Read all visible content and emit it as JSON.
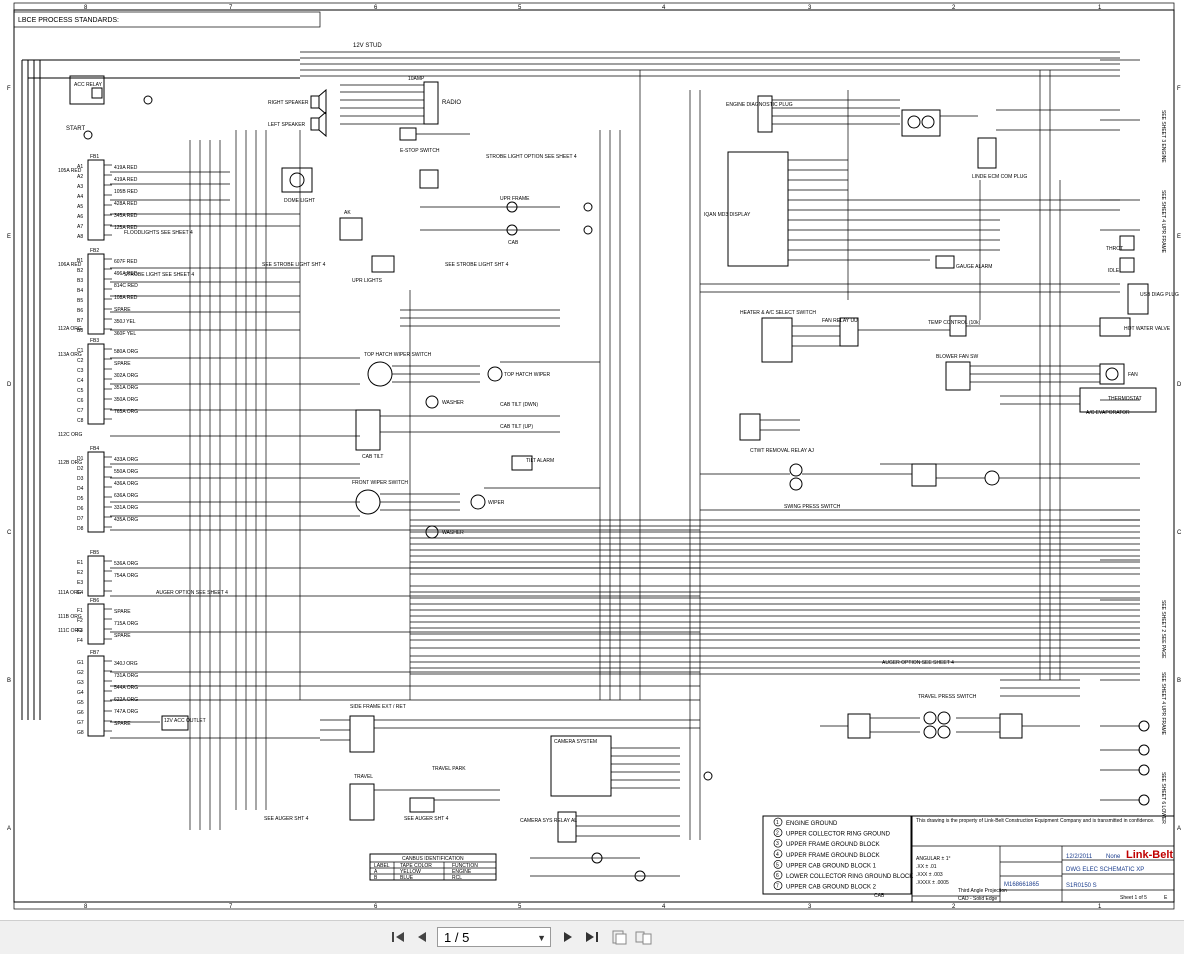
{
  "sheet": {
    "header_note": "LBCE PROCESS STANDARDS:",
    "col_numbers": [
      "8",
      "7",
      "6",
      "5",
      "4",
      "3",
      "2",
      "1"
    ],
    "row_letters": [
      "F",
      "E",
      "D",
      "C",
      "B",
      "A"
    ],
    "fuse_blocks": [
      {
        "label": "FB1",
        "pins": [
          "A1",
          "A2",
          "A3",
          "A4",
          "A5",
          "A6",
          "A7",
          "A8"
        ],
        "wires": [
          "419A RED",
          "419A RED",
          "105B RED",
          "428A RED",
          "345A RED",
          "125A RED"
        ]
      },
      {
        "label": "FB2",
        "pins": [
          "B1",
          "B2",
          "B3",
          "B4",
          "B5",
          "B6",
          "B7",
          "B8"
        ],
        "wires": [
          "607F RED",
          "496A RED",
          "814C RED",
          "108A RED",
          "SPARE",
          "350J YEL",
          "360F YEL"
        ]
      },
      {
        "label": "FB3",
        "pins": [
          "C1",
          "C2",
          "C3",
          "C4",
          "C5",
          "C6",
          "C7",
          "C8"
        ],
        "wires": [
          "580A ORG",
          "SPARE",
          "302A ORG",
          "351A ORG",
          "350A ORG",
          "765A ORG"
        ]
      },
      {
        "label": "FB4",
        "pins": [
          "D1",
          "D2",
          "D3",
          "D4",
          "D5",
          "D6",
          "D7",
          "D8"
        ],
        "wires": [
          "433A ORG",
          "550A ORG",
          "436A ORG",
          "636A ORG",
          "331A ORG",
          "435A ORG"
        ]
      },
      {
        "label": "FB5",
        "pins": [
          "E1",
          "E2",
          "E3",
          "E4"
        ],
        "wires": [
          "536A ORG",
          "754A ORG"
        ]
      },
      {
        "label": "FB6",
        "pins": [
          "F1",
          "F2",
          "F3",
          "F4"
        ],
        "wires": [
          "SPARE",
          "715A ORG",
          "SPARE"
        ]
      },
      {
        "label": "FB7",
        "pins": [
          "G1",
          "G2",
          "G3",
          "G4",
          "G5",
          "G6",
          "G7",
          "G8"
        ],
        "wires": [
          "340J ORG",
          "731A ORG",
          "544A ORG",
          "622A ORG",
          "747A ORG",
          "SPARE"
        ]
      }
    ],
    "left_feeds": [
      "105A RED",
      "106A RED",
      "112A ORG",
      "113A ORG",
      "112C ORG",
      "112B ORG",
      "111A ORG",
      "111B ORG",
      "111C ORG"
    ],
    "components": {
      "acc_relay": "ACC RELAY",
      "start": "START",
      "stud": "12V STUD",
      "radio": "RADIO",
      "amp": "10AMP",
      "right_speaker": "RIGHT SPEAKER",
      "left_speaker": "LEFT SPEAKER",
      "estop": "E-STOP SWITCH",
      "dome": "DOME LIGHT",
      "strobe_opt": "STROBE LIGHT OPTION SEE SHEET 4",
      "floodlights": "FLOODLIGHTS SEE SHEET 4",
      "strobe_light": "STROBE LIGHT SEE SHEET 4",
      "uprframe": "UPR FRAME",
      "cab": "CAB",
      "uprlights": "UPR LIGHTS",
      "ak": "AK",
      "strobe_sht4": "SEE STROBE LIGHT SHT 4",
      "top_hatch_sw": "TOP HATCH WIPER SWITCH",
      "top_hatch_wiper": "TOP HATCH WIPER",
      "washer": "WASHER",
      "cab_tilt_dwn": "CAB TILT (DWN)",
      "cab_tilt_up": "CAB TILT (UP)",
      "cab_tilt": "CAB TILT",
      "tilt_alarm": "TILT ALARM",
      "front_wiper_sw": "FRONT WIPER SWITCH",
      "wiper": "WIPER",
      "auger_opt": "AUGER OPTION SEE SHEET 4",
      "acc_outlet": "12V ACC OUTLET",
      "side_frame": "SIDE FRAME EXT / RET",
      "travel": "TRAVEL",
      "travel_park": "TRAVEL PARK",
      "see_auger1": "SEE AUGER SHT 4",
      "see_auger2": "SEE AUGER SHT 4",
      "camera_system": "CAMERA SYSTEM",
      "camera_relay": "CAMERA SYS RELAY AL",
      "diag_plug": "ENGINE DIAGNOSTIC PLUG",
      "display": "IQAN MD3 DISPLAY",
      "linde_plug": "LINDE ECM COM PLUG",
      "gauge_alarm": "GAUGE ALARM",
      "heater_ac": "HEATER & A/C SELECT SWITCH",
      "fan_relay": "FAN RELAY UU",
      "temp_control": "TEMP CONTROL (10k)",
      "hot_water": "HOT WATER VALVE",
      "blower": "BLOWER FAN SW",
      "fan": "FAN",
      "thermostat": "THERMOSTAT",
      "ac_evap": "A/C EVAPORATOR",
      "ctwt": "CTWT REMOVAL RELAY AJ",
      "swing_press": "SWING PRESS SWITCH",
      "travel_press": "TRAVEL PRESS SWITCH",
      "auger_opt2": "AUGER OPTION SEE SHEET 4",
      "throt": "THROT",
      "idle": "IDLE",
      "usb_diag": "USB DIAG PLUG"
    },
    "right_sheet_refs": [
      "SEE SHEET 3 ENGINE",
      "SEE SHEET 4 UPR FRAME",
      "SEE SHEET 2 SEE PAGE",
      "SEE SHEET 4 UPR FRAME",
      "SEE SHEET 6 LOWER"
    ],
    "ground_legend": [
      {
        "num": "1",
        "label": "ENGINE GROUND"
      },
      {
        "num": "2",
        "label": "UPPER COLLECTOR RING GROUND"
      },
      {
        "num": "3",
        "label": "UPPER FRAME GROUND BLOCK"
      },
      {
        "num": "4",
        "label": "UPPER FRAME GROUND BLOCK"
      },
      {
        "num": "5",
        "label": "UPPER CAB GROUND BLOCK 1"
      },
      {
        "num": "6",
        "label": "LOWER COLLECTOR RING GROUND BLOCK"
      },
      {
        "num": "7",
        "label": "UPPER CAB GROUND BLOCK 2"
      }
    ],
    "canbus_table": {
      "title": "CANBUS IDENTIFICATION",
      "headers": [
        "LABEL",
        "TAPE COLOR",
        "FUNCTION"
      ],
      "rows": [
        [
          "A",
          "YELLOW",
          "ENGINE"
        ],
        [
          "B",
          "BLUE",
          "RCL"
        ]
      ]
    },
    "title_block": {
      "company": "Link-Belt",
      "title": "DWG ELEC SCHEMATIC XP",
      "drawing_no": "S1R0150 S",
      "sheet": "Sheet 1 of 5",
      "rev": "E",
      "date": "12/2/2011",
      "scale": "None",
      "part_no": "M168661865",
      "cad": "CAD - Solid Edge",
      "third_angle": "Third Angle Projection",
      "cab": "CAB",
      "tolerances": [
        "ANGULAR ± 1°",
        ".XX ± .01",
        ".XXX ± .003",
        ".XXXX ± .0005"
      ],
      "note": "This drawing is the property of Link-Belt Construction Equipment Company and is transmitted in confidence."
    }
  },
  "viewer": {
    "page_indicator": "1 / 5",
    "first_icon": "first-page-icon",
    "prev_icon": "prev-page-icon",
    "next_icon": "next-page-icon",
    "last_icon": "last-page-icon"
  }
}
